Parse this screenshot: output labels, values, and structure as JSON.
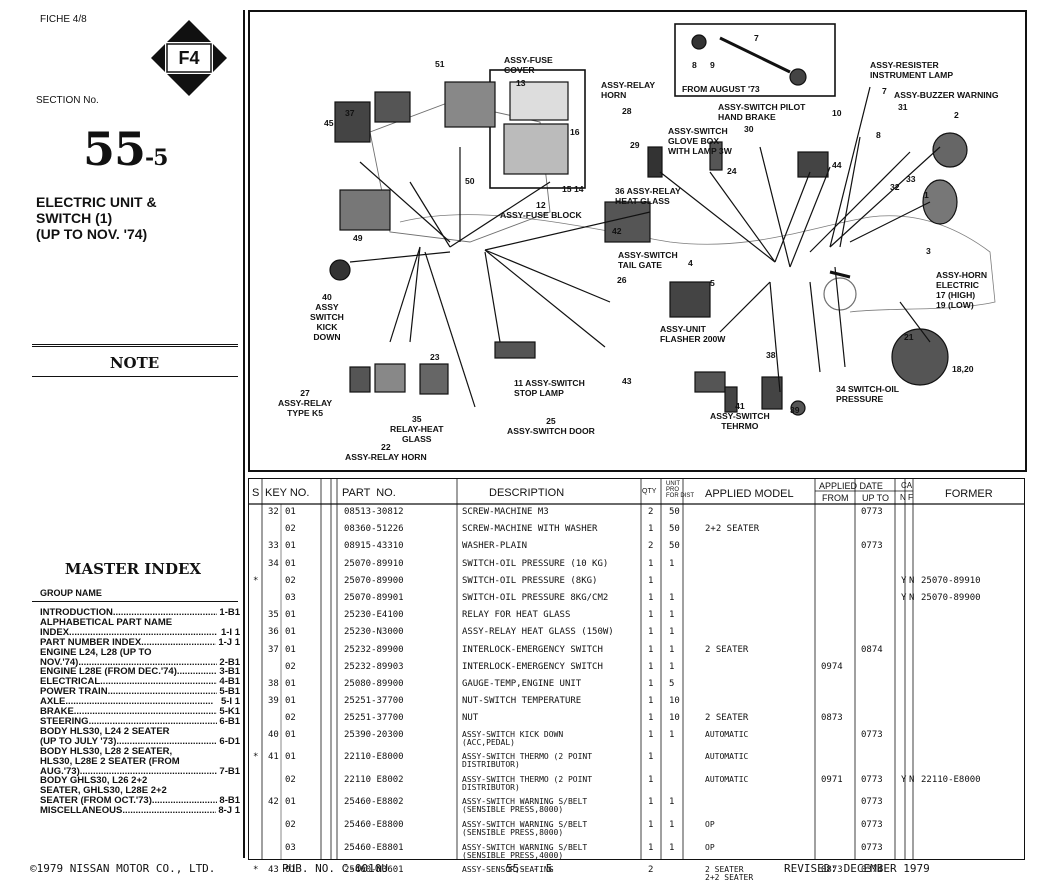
{
  "fiche": "FICHE 4/8",
  "fiche_code": "F4",
  "section_label": "SECTION No.",
  "section_number": "55",
  "section_sub": "-5",
  "section_title": "ELECTRIC UNIT &\nSWITCH (1)\n(UP TO NOV. '74)",
  "note_title": "NOTE",
  "master_index_title": "MASTER INDEX",
  "group_name_label": "GROUP NAME",
  "index_items": [
    {
      "name": "INTRODUCTION",
      "page": "1-B1"
    },
    {
      "name": "ALPHABETICAL PART NAME",
      "page": ""
    },
    {
      "name": "  INDEX",
      "page": "1-I 1"
    },
    {
      "name": "PART NUMBER INDEX",
      "page": "1-J 1"
    },
    {
      "name": "ENGINE L24, L28 (UP TO",
      "page": ""
    },
    {
      "name": "  NOV.'74)",
      "page": "2-B1"
    },
    {
      "name": "ENGINE L28E (FROM DEC.'74)",
      "page": "3-B1"
    },
    {
      "name": "ELECTRICAL",
      "page": "4-B1"
    },
    {
      "name": "POWER TRAIN",
      "page": "5-B1"
    },
    {
      "name": "AXLE",
      "page": "5-I 1"
    },
    {
      "name": "BRAKE",
      "page": "5-K1"
    },
    {
      "name": "STEERING",
      "page": "6-B1"
    },
    {
      "name": "BODY HLS30, L24 2 SEATER",
      "page": ""
    },
    {
      "name": "  (UP TO JULY '73)",
      "page": "6-D1"
    },
    {
      "name": "BODY HLS30, L28 2 SEATER,",
      "page": ""
    },
    {
      "name": "  HLS30, L28E 2 SEATER (FROM",
      "page": ""
    },
    {
      "name": "  AUG.'73)",
      "page": "7-B1"
    },
    {
      "name": "BODY GHLS30, L26 2+2",
      "page": ""
    },
    {
      "name": "  SEATER, GHLS30, L28E 2+2",
      "page": ""
    },
    {
      "name": "  SEATER (FROM OCT.'73)",
      "page": "8-B1"
    },
    {
      "name": "MISCELLANEOUS",
      "page": "8-J 1"
    }
  ],
  "diagram_labels": {
    "l51": "51",
    "fuse_cover": "ASSY-FUSE\nCOVER",
    "l13": "13",
    "l16": "16",
    "l1514": "15 14",
    "fuse_block": "12\nASSY-FUSE BLOCK",
    "l45": "45",
    "l37": "37",
    "l50": "50",
    "l49": "49",
    "l40": "40\nASSY\nSWITCH\nKICK\nDOWN",
    "l23": "23",
    "relay_k5": "27\nASSY-RELAY\nTYPE K5",
    "relay_heat": "35\nRELAY-HEAT\nGLASS",
    "relay_horn_bottom": "22\nASSY-RELAY HORN",
    "stop_lamp": "11 ASSY-SWITCH\nSTOP LAMP",
    "door": "25\nASSY-SWITCH DOOR",
    "relay_horn_top": "ASSY-RELAY\nHORN",
    "l28": "28",
    "l29": "29",
    "glove_box": "ASSY-SWITCH\nGLOVE BOX\nWITH LAMP 3W",
    "l24": "24",
    "heat_glass_relay": "36 ASSY-RELAY\nHEAT GLASS",
    "l42": "42",
    "tail_gate": "ASSY-SWITCH\nTAIL GATE",
    "l26": "26",
    "l4": "4",
    "l5": "5",
    "flasher": "ASSY-UNIT\nFLASHER 200W",
    "l43": "43",
    "l8": "8",
    "l9": "9",
    "l7": "7",
    "from_aug": "FROM AUGUST '73",
    "pilot": "ASSY-SWITCH PILOT\nHAND BRAKE",
    "l30": "30",
    "l44": "44",
    "resister": "ASSY-RESISTER\nINSTRUMENT LAMP",
    "l7b": "7",
    "buzzer": "ASSY-BUZZER WARNING",
    "l10": "10",
    "l8b": "8",
    "l31": "31",
    "l2": "2",
    "l32": "32",
    "l33": "33",
    "l1": "1",
    "l3": "3",
    "horn": "ASSY-HORN\nELECTRIC\n17 (HIGH)\n19 (LOW)",
    "l21": "21",
    "l1820": "18,20",
    "l38": "38",
    "oil": "34 SWITCH-OIL\nPRESSURE",
    "l39": "39",
    "thermo": "41\nASSY-SWITCH\nTEHRMO"
  },
  "table_headers": {
    "s": "S",
    "key_no": "KEY NO.",
    "part_no": "PART  NO.",
    "description": "DESCRIPTION",
    "qty": "QTY",
    "unit": "UNIT\nPRO\nFOR DIST",
    "applied_model": "APPLIED MODEL",
    "applied_date": "APPLIED DATE",
    "from": "FROM",
    "up_to": "UP TO",
    "ca": "CA",
    "nf": "N F",
    "former": "FORMER"
  },
  "rows": [
    {
      "s": "",
      "key": "32",
      "sub": "01",
      "part": "08513-30812",
      "desc": "SCREW-MACHINE M3",
      "qty": "2",
      "unit": "50",
      "model": "",
      "from": "",
      "upto": "0773",
      "n": "",
      "f": "",
      "former": ""
    },
    {
      "s": "",
      "key": "",
      "sub": "02",
      "part": "08360-51226",
      "desc": "SCREW-MACHINE WITH WASHER",
      "qty": "1",
      "unit": "50",
      "model": "2+2 SEATER",
      "from": "",
      "upto": "",
      "n": "",
      "f": "",
      "former": ""
    },
    {
      "s": "",
      "key": "33",
      "sub": "01",
      "part": "08915-43310",
      "desc": "WASHER-PLAIN",
      "qty": "2",
      "unit": "50",
      "model": "",
      "from": "",
      "upto": "0773",
      "n": "",
      "f": "",
      "former": ""
    },
    {
      "s": "",
      "key": "34",
      "sub": "01",
      "part": "25070-89910",
      "desc": "SWITCH-OIL PRESSURE (10 KG)",
      "qty": "1",
      "unit": "1",
      "model": "",
      "from": "",
      "upto": "",
      "n": "",
      "f": "",
      "former": ""
    },
    {
      "s": "*",
      "key": "",
      "sub": "02",
      "part": "25070-89900",
      "desc": "SWITCH-OIL PRESSURE (8KG)",
      "qty": "1",
      "unit": "",
      "model": "",
      "from": "",
      "upto": "",
      "n": "Y",
      "f": "N",
      "former": "25070-89910"
    },
    {
      "s": "",
      "key": "",
      "sub": "03",
      "part": "25070-89901",
      "desc": "SWITCH-OIL PRESSURE 8KG/CM2",
      "qty": "1",
      "unit": "1",
      "model": "",
      "from": "",
      "upto": "",
      "n": "Y",
      "f": "N",
      "former": "25070-89900"
    },
    {
      "s": "",
      "key": "35",
      "sub": "01",
      "part": "25230-E4100",
      "desc": "RELAY FOR HEAT GLASS",
      "qty": "1",
      "unit": "1",
      "model": "",
      "from": "",
      "upto": "",
      "n": "",
      "f": "",
      "former": ""
    },
    {
      "s": "",
      "key": "36",
      "sub": "01",
      "part": "25230-N3000",
      "desc": "ASSY-RELAY HEAT GLASS (150W)",
      "qty": "1",
      "unit": "1",
      "model": "",
      "from": "",
      "upto": "",
      "n": "",
      "f": "",
      "former": ""
    },
    {
      "s": "",
      "key": "37",
      "sub": "01",
      "part": "25232-89900",
      "desc": "INTERLOCK-EMERGENCY SWITCH",
      "qty": "1",
      "unit": "1",
      "model": "2 SEATER",
      "from": "",
      "upto": "0874",
      "n": "",
      "f": "",
      "former": ""
    },
    {
      "s": "",
      "key": "",
      "sub": "02",
      "part": "25232-89903",
      "desc": "INTERLOCK-EMERGENCY SWITCH",
      "qty": "1",
      "unit": "1",
      "model": "",
      "from": "0974",
      "upto": "",
      "n": "",
      "f": "",
      "former": ""
    },
    {
      "s": "",
      "key": "38",
      "sub": "01",
      "part": "25080-89900",
      "desc": "GAUGE-TEMP,ENGINE UNIT",
      "qty": "1",
      "unit": "5",
      "model": "",
      "from": "",
      "upto": "",
      "n": "",
      "f": "",
      "former": ""
    },
    {
      "s": "",
      "key": "39",
      "sub": "01",
      "part": "25251-37700",
      "desc": "NUT-SWITCH TEMPERATURE",
      "qty": "1",
      "unit": "10",
      "model": "",
      "from": "",
      "upto": "",
      "n": "",
      "f": "",
      "former": ""
    },
    {
      "s": "",
      "key": "",
      "sub": "02",
      "part": "25251-37700",
      "desc": "NUT",
      "qty": "1",
      "unit": "10",
      "model": "2 SEATER",
      "from": "0873",
      "upto": "",
      "n": "",
      "f": "",
      "former": ""
    },
    {
      "s": "",
      "key": "40",
      "sub": "01",
      "part": "25390-20300",
      "desc": "ASSY-SWITCH KICK DOWN\n(ACC,PEDAL)",
      "qty": "1",
      "unit": "1",
      "model": "AUTOMATIC",
      "from": "",
      "upto": "0773",
      "n": "",
      "f": "",
      "former": ""
    },
    {
      "s": "*",
      "key": "41",
      "sub": "01",
      "part": "22110-E8000",
      "desc": "ASSY-SWITCH THERMO (2 POINT\nDISTRIBUTOR)",
      "qty": "1",
      "unit": "",
      "model": "AUTOMATIC",
      "from": "",
      "upto": "",
      "n": "",
      "f": "",
      "former": ""
    },
    {
      "s": "",
      "key": "",
      "sub": "02",
      "part": "22110 E8002",
      "desc": "ASSY-SWITCH THERMO (2 POINT\nDISTRIBUTOR)",
      "qty": "1",
      "unit": "",
      "model": "AUTOMATIC",
      "from": "0971",
      "upto": "0773",
      "n": "Y",
      "f": "N",
      "former": "22110-E8000"
    },
    {
      "s": "",
      "key": "42",
      "sub": "01",
      "part": "25460-E8802",
      "desc": "ASSY-SWITCH WARNING S/BELT\n(SENSIBLE PRESS,8000)",
      "qty": "1",
      "unit": "1",
      "model": "",
      "from": "",
      "upto": "0773",
      "n": "",
      "f": "",
      "former": ""
    },
    {
      "s": "",
      "key": "",
      "sub": "02",
      "part": "25460-E8800",
      "desc": "ASSY-SWITCH WARNING S/BELT\n(SENSIBLE PRESS,8000)",
      "qty": "1",
      "unit": "1",
      "model": "OP",
      "from": "",
      "upto": "0773",
      "n": "",
      "f": "",
      "former": ""
    },
    {
      "s": "",
      "key": "",
      "sub": "03",
      "part": "25460-E8801",
      "desc": "ASSY-SWITCH WARNING S/BELT\n(SENSIBLE PRESS,4000)",
      "qty": "1",
      "unit": "1",
      "model": "OP",
      "from": "",
      "upto": "0773",
      "n": "",
      "f": "",
      "former": ""
    },
    {
      "s": "*",
      "key": "43",
      "sub": "01",
      "part": "25460-N3601",
      "desc": "ASSY-SENSOR,SEATING",
      "qty": "2",
      "unit": "",
      "model": "2 SEATER\n2+2 SEATER",
      "from": "0873",
      "upto": "0374",
      "n": "",
      "f": "",
      "former": ""
    }
  ],
  "footer": {
    "copyright": "©1979 NISSAN MOTOR CO., LTD.",
    "pub": "PUB. NO. C-0010U",
    "page": "55- - 5",
    "revised": "REVISED: DECEMBER 1979"
  }
}
